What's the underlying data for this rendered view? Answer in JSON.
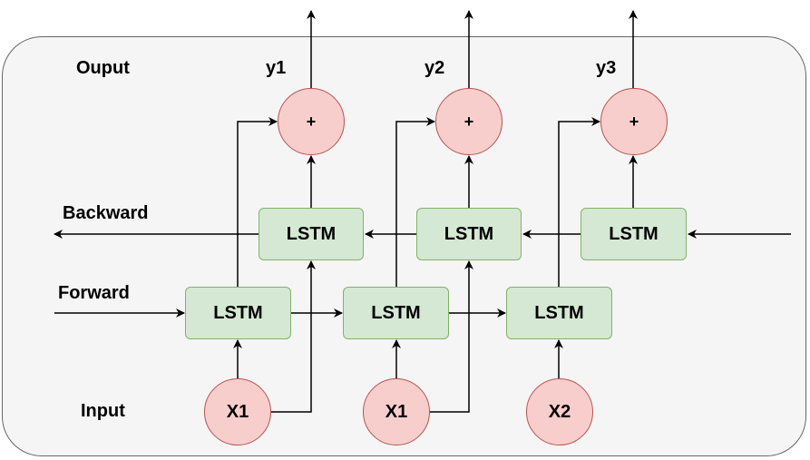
{
  "labels": {
    "output": "Ouput",
    "backward": "Backward",
    "forward": "Forward",
    "input": "Input"
  },
  "outputs": [
    "y1",
    "y2",
    "y3"
  ],
  "sum_symbol": "+",
  "backward_cells": [
    "LSTM",
    "LSTM",
    "LSTM"
  ],
  "forward_cells": [
    "LSTM",
    "LSTM",
    "LSTM"
  ],
  "inputs": [
    "X1",
    "X1",
    "X2"
  ],
  "colors": {
    "lstm_fill": "#d5e8d4",
    "lstm_border": "#82b366",
    "node_fill": "#f8cecc",
    "node_border": "#b85450",
    "background": "#f5f5f5"
  }
}
